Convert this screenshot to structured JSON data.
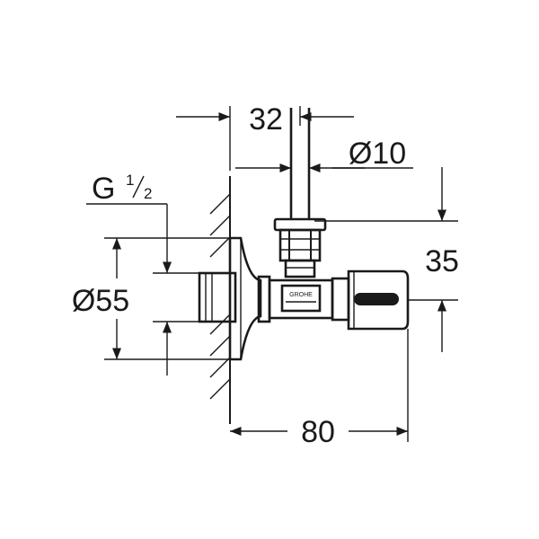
{
  "drawing": {
    "dimensions": {
      "width_top": "32",
      "pipe_diameter": "Ø10",
      "thread_main": "G",
      "thread_num": "1",
      "thread_den": "2",
      "flange_diameter": "Ø55",
      "height_offset": "35",
      "overall_length": "80"
    },
    "logo_text": "GROHE"
  }
}
